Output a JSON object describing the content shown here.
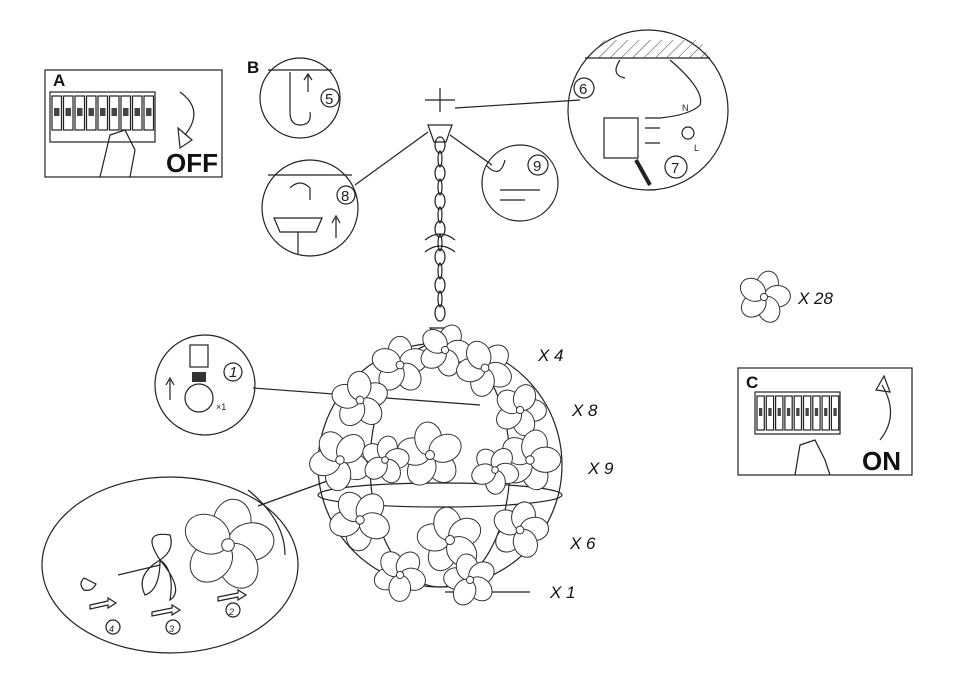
{
  "panel_a": {
    "letter": "A",
    "action": "OFF"
  },
  "panel_b": {
    "letter": "B",
    "step": "5"
  },
  "step_6": "6",
  "step_7": "7",
  "step_8": "8",
  "step_9": "9",
  "wire_labels": {
    "neutral": "N",
    "live": "L"
  },
  "bulb_detail": {
    "step": "1",
    "quantity": "×1"
  },
  "flower_detail": {
    "steps": [
      "2",
      "3",
      "4"
    ]
  },
  "spare_flowers": "X 28",
  "quantities": {
    "row1": "X 4",
    "row2": "X 8",
    "row3": "X 9",
    "row4": "X 6",
    "bottom": "X 1"
  },
  "panel_c": {
    "letter": "C",
    "action": "ON"
  }
}
